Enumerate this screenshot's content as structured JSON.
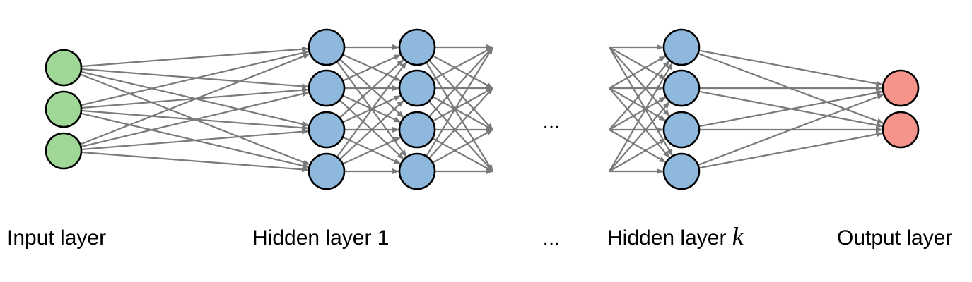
{
  "diagram": {
    "colors": {
      "input": "#9fd796",
      "hidden": "#8eb8dc",
      "output": "#f4948a",
      "edge": "#7a7a7a"
    },
    "layers": {
      "input": {
        "nodes": 3
      },
      "hidden1": {
        "nodes": 4
      },
      "hidden2": {
        "nodes": 4
      },
      "hiddenk": {
        "nodes": 4
      },
      "output": {
        "nodes": 2
      }
    },
    "labels": {
      "input": "Input layer",
      "hidden1": "Hidden layer 1",
      "ellipsis": "...",
      "hiddenk_prefix": "Hidden layer ",
      "hiddenk_var": "k",
      "output": "Output layer"
    },
    "middle_ellipsis": "..."
  }
}
